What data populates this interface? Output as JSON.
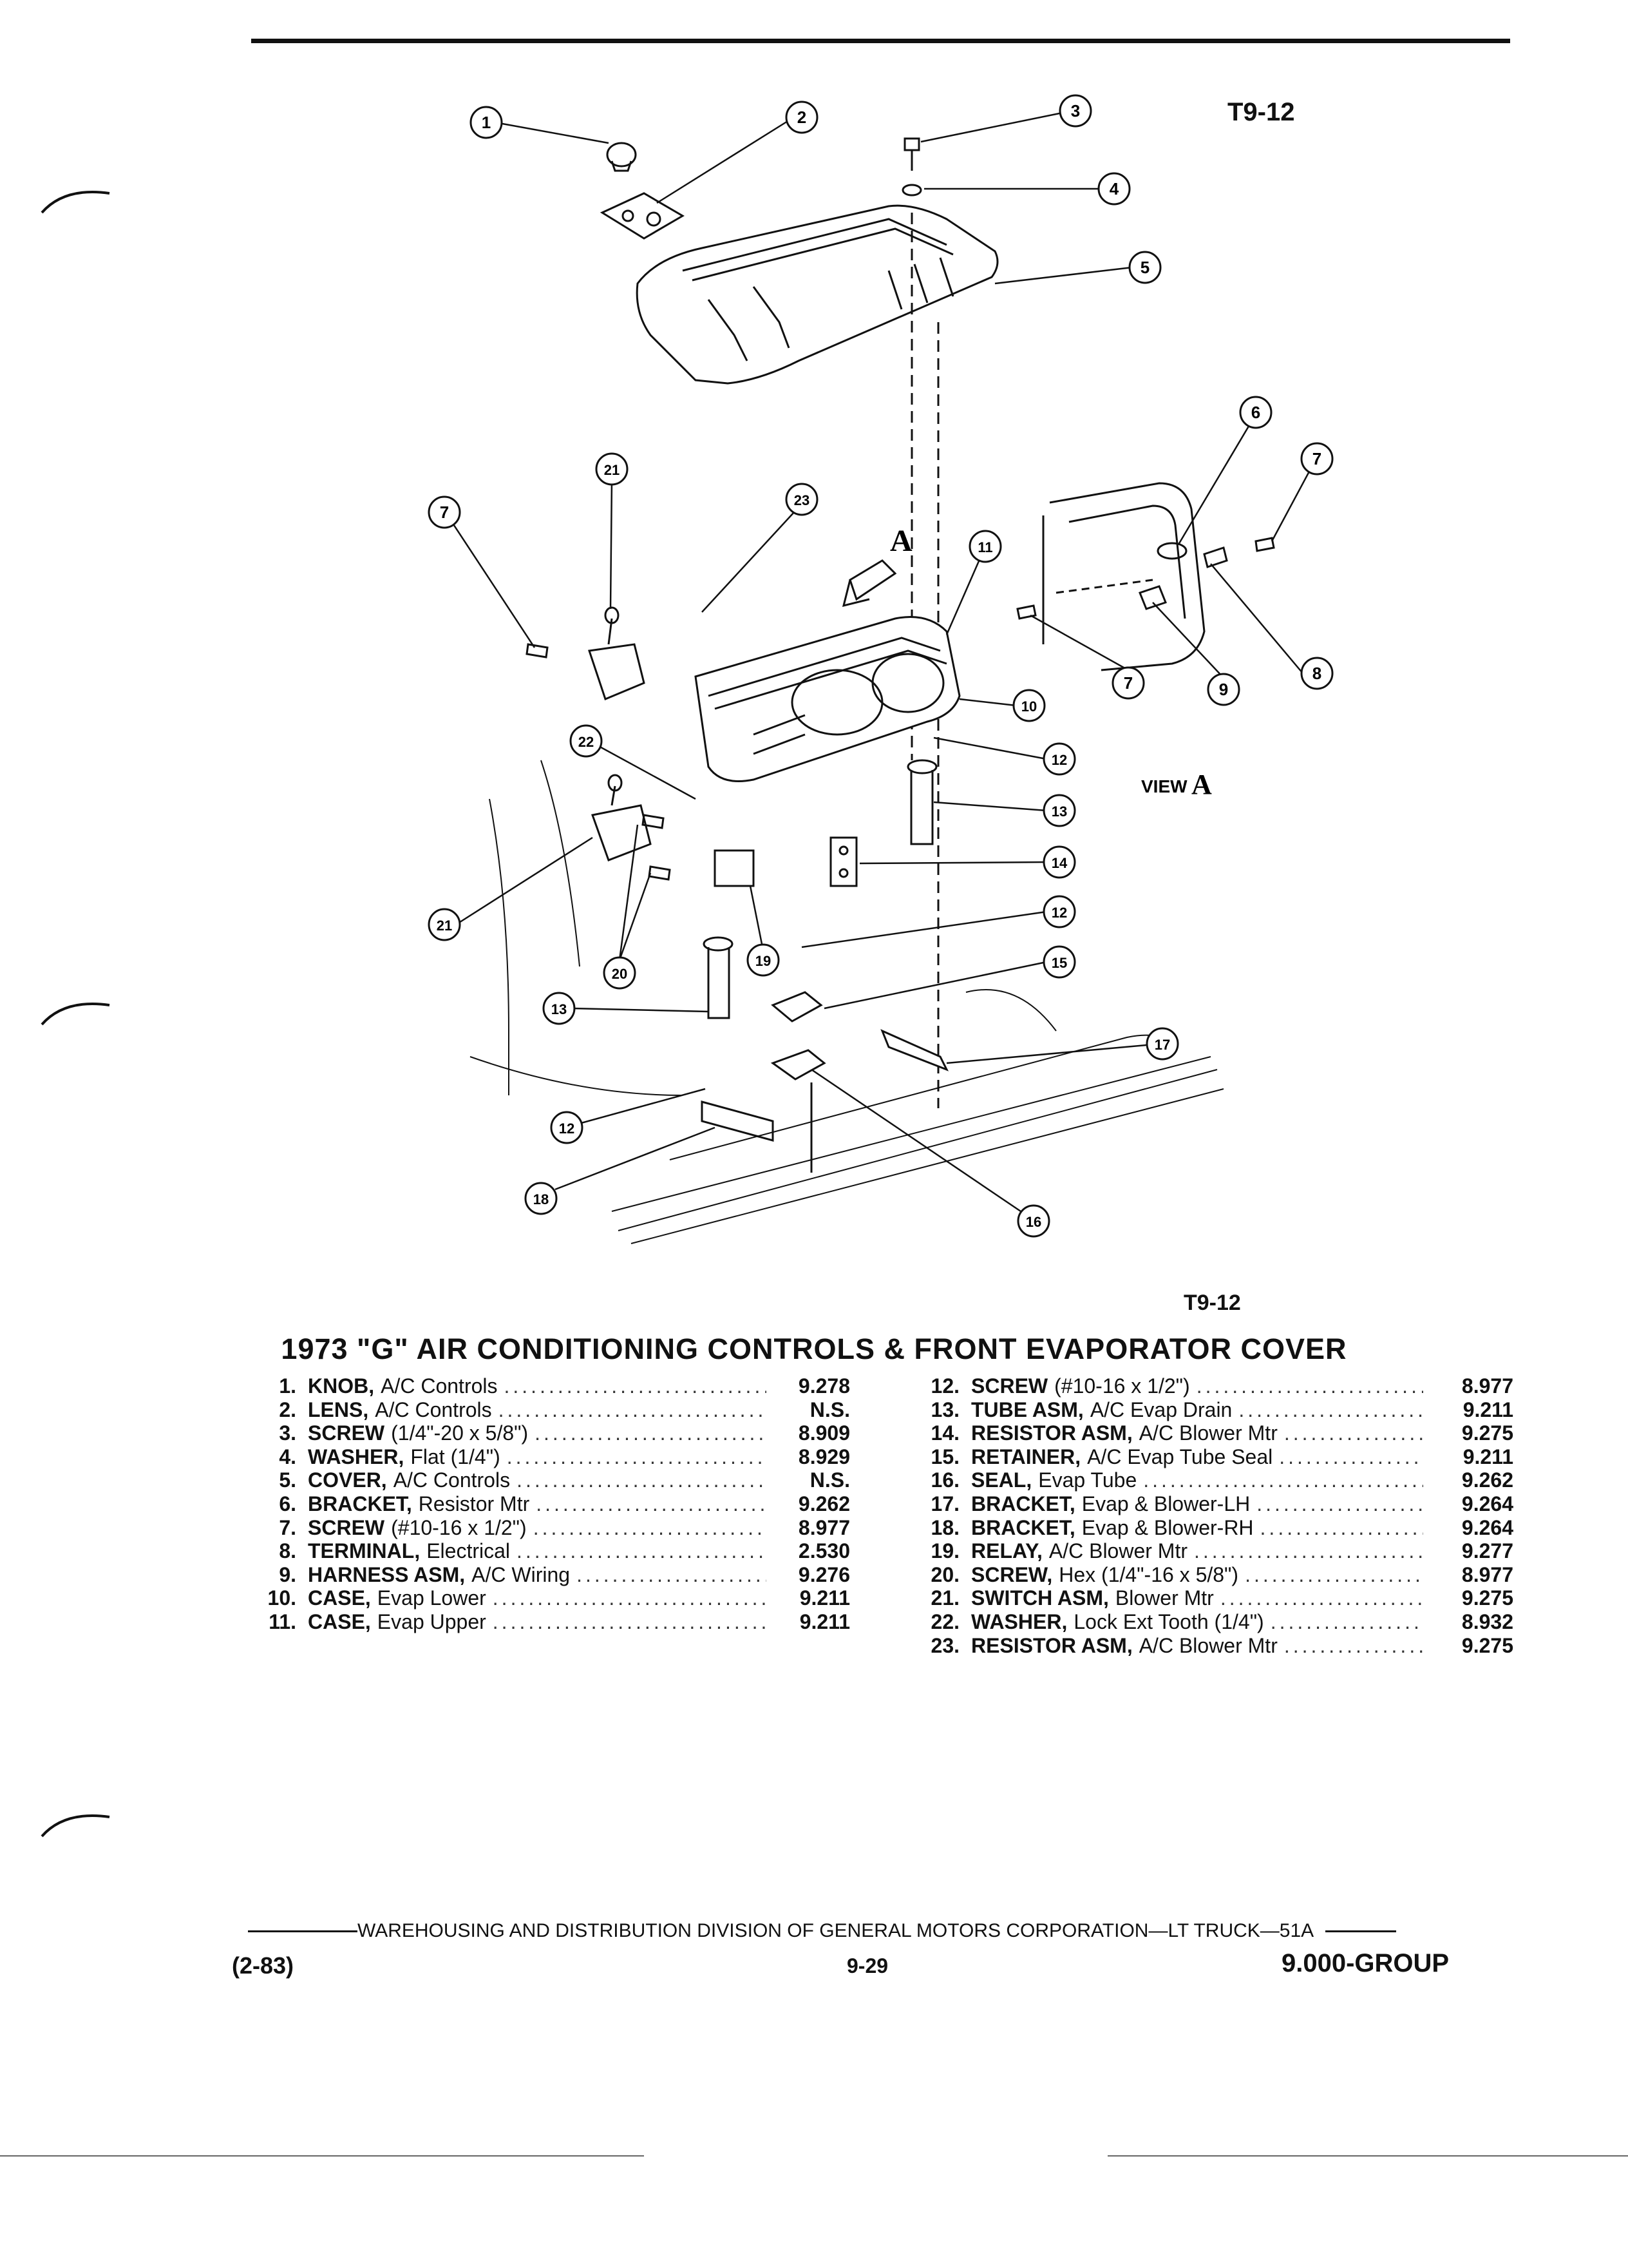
{
  "figure_id_top": "T9-12",
  "figure_id_bottom": "T9-12",
  "view_label": "VIEW",
  "view_letter": "A",
  "arrow_letter": "A",
  "callouts": [
    "1",
    "2",
    "3",
    "4",
    "5",
    "6",
    "7",
    "7",
    "7",
    "8",
    "9",
    "10",
    "11",
    "12",
    "12",
    "12",
    "13",
    "13",
    "14",
    "15",
    "16",
    "17",
    "18",
    "19",
    "20",
    "21",
    "21",
    "22",
    "23"
  ],
  "title": "1973 \"G\" AIR CONDITIONING CONTROLS & FRONT EVAPORATOR COVER",
  "parts_left": [
    {
      "num": "1.",
      "name": "KNOB,",
      "desc": "A/C Controls",
      "group": "9.278"
    },
    {
      "num": "2.",
      "name": "LENS,",
      "desc": "A/C Controls",
      "group": "N.S."
    },
    {
      "num": "3.",
      "name": "SCREW",
      "desc": "(1/4\"-20 x 5/8\")",
      "group": "8.909"
    },
    {
      "num": "4.",
      "name": "WASHER,",
      "desc": "Flat (1/4\")",
      "group": "8.929"
    },
    {
      "num": "5.",
      "name": "COVER,",
      "desc": "A/C Controls",
      "group": "N.S."
    },
    {
      "num": "6.",
      "name": "BRACKET,",
      "desc": "Resistor Mtr",
      "group": "9.262"
    },
    {
      "num": "7.",
      "name": "SCREW",
      "desc": "(#10-16 x 1/2\")",
      "group": "8.977"
    },
    {
      "num": "8.",
      "name": "TERMINAL,",
      "desc": "Electrical",
      "group": "2.530"
    },
    {
      "num": "9.",
      "name": "HARNESS ASM,",
      "desc": "A/C Wiring",
      "group": "9.276"
    },
    {
      "num": "10.",
      "name": "CASE,",
      "desc": "Evap Lower",
      "group": "9.211"
    },
    {
      "num": "11.",
      "name": "CASE,",
      "desc": "Evap Upper",
      "group": "9.211"
    }
  ],
  "parts_right": [
    {
      "num": "12.",
      "name": "SCREW",
      "desc": "(#10-16 x 1/2\")",
      "group": "8.977"
    },
    {
      "num": "13.",
      "name": "TUBE ASM,",
      "desc": "A/C Evap Drain",
      "group": "9.211"
    },
    {
      "num": "14.",
      "name": "RESISTOR ASM,",
      "desc": "A/C Blower Mtr",
      "group": "9.275"
    },
    {
      "num": "15.",
      "name": "RETAINER,",
      "desc": "A/C Evap Tube Seal",
      "group": "9.211"
    },
    {
      "num": "16.",
      "name": "SEAL,",
      "desc": "Evap Tube",
      "group": "9.262"
    },
    {
      "num": "17.",
      "name": "BRACKET,",
      "desc": "Evap & Blower-LH",
      "group": "9.264"
    },
    {
      "num": "18.",
      "name": "BRACKET,",
      "desc": "Evap & Blower-RH",
      "group": "9.264"
    },
    {
      "num": "19.",
      "name": "RELAY,",
      "desc": "A/C Blower Mtr",
      "group": "9.277"
    },
    {
      "num": "20.",
      "name": "SCREW,",
      "desc": "Hex (1/4\"-16 x 5/8\")",
      "group": "8.977"
    },
    {
      "num": "21.",
      "name": "SWITCH ASM,",
      "desc": "Blower Mtr",
      "group": "9.275"
    },
    {
      "num": "22.",
      "name": "WASHER,",
      "desc": "Lock Ext Tooth (1/4\")",
      "group": "8.932"
    },
    {
      "num": "23.",
      "name": "RESISTOR ASM,",
      "desc": "A/C Blower Mtr",
      "group": "9.275"
    }
  ],
  "footer": {
    "division": "WAREHOUSING AND DISTRIBUTION DIVISION OF GENERAL MOTORS CORPORATION—LT TRUCK—51A",
    "date": "(2-83)",
    "page": "9-29",
    "group": "9.000-GROUP"
  }
}
